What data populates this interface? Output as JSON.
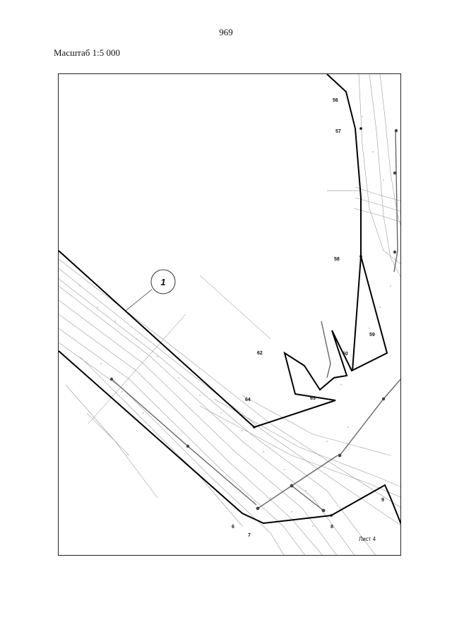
{
  "header": {
    "page_number": "969",
    "scale": "Масштаб 1:5 000"
  },
  "map": {
    "sheet_label": "Лист 4",
    "callout": "1",
    "points": [
      {
        "id": "p56",
        "label": "56"
      },
      {
        "id": "p57",
        "label": "57"
      },
      {
        "id": "p58",
        "label": "58"
      },
      {
        "id": "p59",
        "label": "59"
      },
      {
        "id": "p60",
        "label": "60"
      },
      {
        "id": "p62",
        "label": "62"
      },
      {
        "id": "p63",
        "label": "63"
      },
      {
        "id": "p64",
        "label": "64"
      },
      {
        "id": "p6",
        "label": "6"
      },
      {
        "id": "p7",
        "label": "7"
      },
      {
        "id": "p8",
        "label": "8"
      },
      {
        "id": "p9",
        "label": "9"
      }
    ]
  }
}
